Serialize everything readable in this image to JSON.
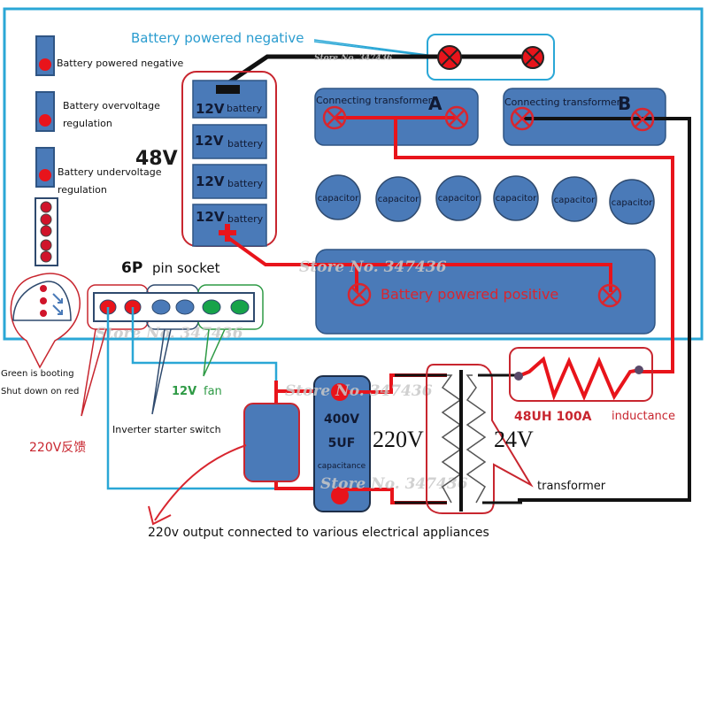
{
  "colors": {
    "board_outline": "#2aa7d6",
    "module_fill": "#4a7ab8",
    "module_stroke": "#2f5584",
    "wire_red": "#e8141b",
    "wire_black": "#111111",
    "label_red": "#c8262f",
    "label_blue": "#2a9ccf",
    "label_green": "#2e9a45",
    "lamp_red": "#e8141b",
    "pin_green": "#17a34a"
  },
  "watermark": "Store No. 347436",
  "legend": {
    "items": [
      {
        "label": "Battery powered negative"
      },
      {
        "label_line1": "Battery overvoltage",
        "label_line2": "regulation"
      },
      {
        "label_line1": "Battery undervoltage",
        "label_line2": "regulation"
      }
    ],
    "led_count": 5
  },
  "callout_negative": {
    "label": "Battery powered negative"
  },
  "battery_pack": {
    "total_label": "48V",
    "cells": [
      {
        "voltage": "12V",
        "label": "battery"
      },
      {
        "voltage": "12V",
        "label": "battery"
      },
      {
        "voltage": "12V",
        "label": "battery"
      },
      {
        "voltage": "12V",
        "label": "battery"
      }
    ],
    "plus_symbol": "+"
  },
  "transformers": {
    "a": {
      "label": "Connecting transformer",
      "letter": "A"
    },
    "b": {
      "label": "Connecting transformer:",
      "letter": "B"
    }
  },
  "capacitors": [
    "capacitor",
    "capacitor",
    "capacitor",
    "capacitor",
    "capacitor",
    "capacitor"
  ],
  "positive_bar": {
    "label": "Battery powered positive"
  },
  "socket": {
    "title_bold": "6P",
    "title_rest": "pin socket",
    "pins": [
      "red",
      "red",
      "blue",
      "blue",
      "green",
      "green"
    ]
  },
  "status_led": {
    "line1": "Green is booting",
    "line2": "Shut down on red"
  },
  "annotations": {
    "feedback": "220V反馈",
    "starter_switch": "Inverter starter switch",
    "fan_voltage": "12V",
    "fan_label": "fan",
    "output": "220v output connected to various electrical appliances"
  },
  "capacitor_big": {
    "voltage": "400V",
    "capacity": "5UF",
    "label": "capacitance"
  },
  "transformer_main": {
    "primary": "220V",
    "secondary": "24V",
    "label": "transformer"
  },
  "inductor": {
    "spec": "48UH 100A",
    "label": "inductance"
  }
}
